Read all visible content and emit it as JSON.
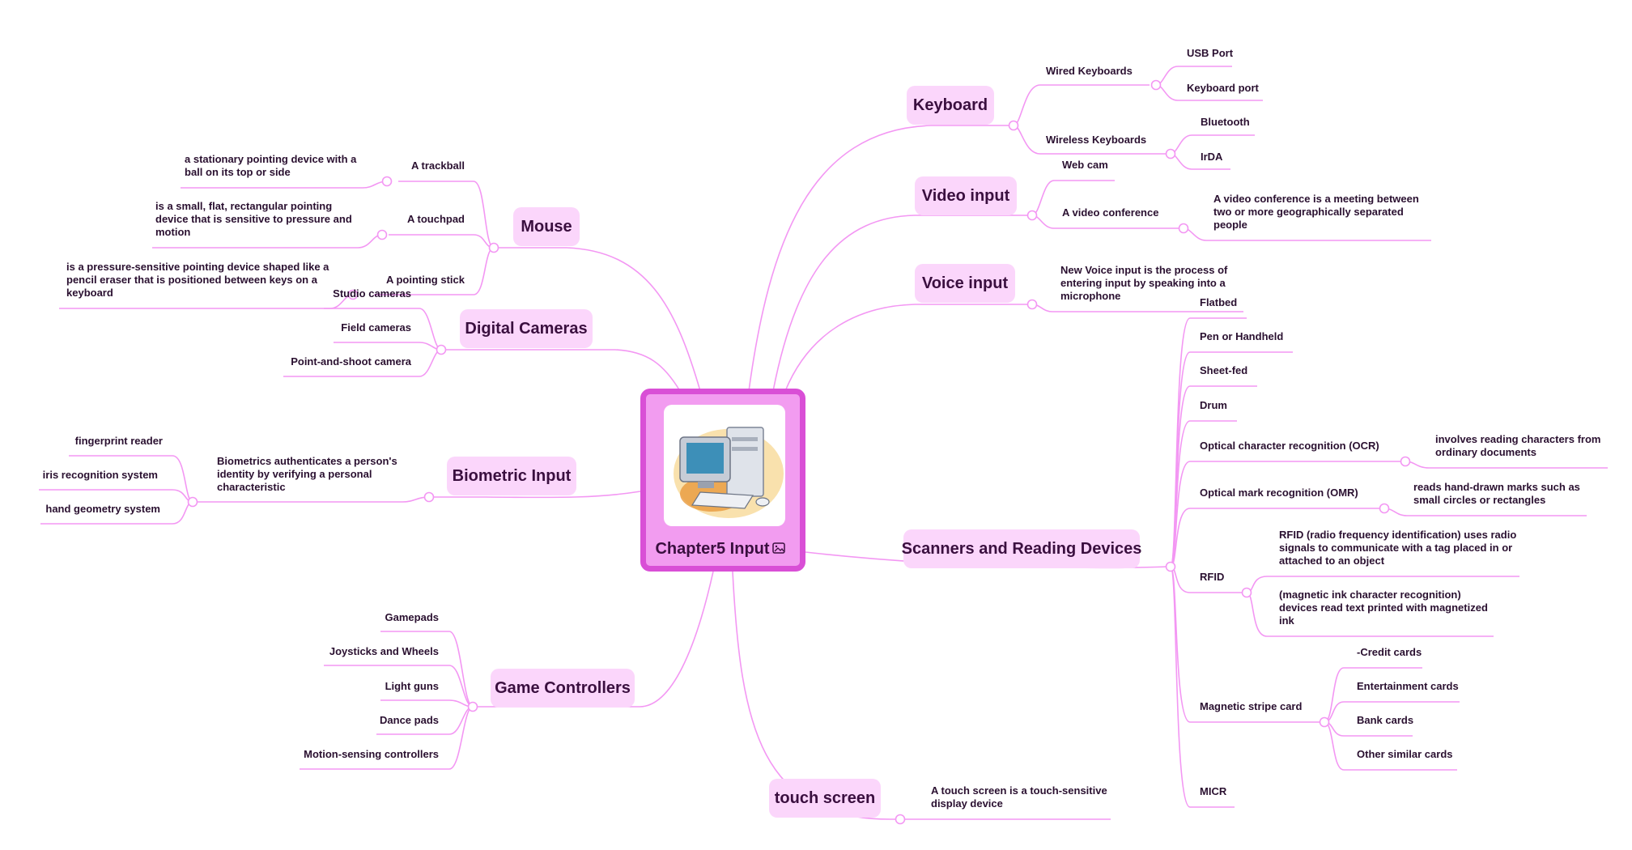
{
  "central": {
    "title": "Chapter5 Input",
    "image_icon": "computer-clipart",
    "badge_icon": "image-icon"
  },
  "colors": {
    "line": "#f397f3",
    "topic_bg": "#fbd6fb",
    "central_border": "#d94fd6",
    "central_fill": "#f29cf0",
    "text": "#2a1030"
  },
  "topics": {
    "keyboard": {
      "label": "Keyboard",
      "wired": {
        "label": "Wired Keyboards",
        "items": [
          "USB Port",
          "Keyboard port"
        ]
      },
      "wireless": {
        "label": "Wireless Keyboards",
        "items": [
          "Bluetooth",
          "IrDA"
        ]
      }
    },
    "video": {
      "label": "Video input",
      "webcam": "Web cam",
      "conference": {
        "label": "A video conference",
        "desc": "A video conference is a meeting between two or more geographically separated people"
      }
    },
    "voice": {
      "label": "Voice input",
      "desc": "New Voice input is the process of entering input by speaking into a microphone"
    },
    "scanners": {
      "label": "Scanners and Reading Devices",
      "flatbed": "Flatbed",
      "pen": "Pen or Handheld",
      "sheetfed": "Sheet-fed",
      "drum": "Drum",
      "ocr": {
        "label": "Optical character recognition (OCR)",
        "desc": "involves reading characters from ordinary documents"
      },
      "omr": {
        "label": "Optical mark recognition (OMR)",
        "desc": "reads hand-drawn marks such as small circles or rectangles"
      },
      "rfid": {
        "label": "RFID",
        "desc1": "RFID (radio frequency identification) uses radio signals to communicate with a tag placed in or attached to an object",
        "desc2": "(magnetic ink character recognition) devices read text printed with magnetized ink"
      },
      "magstripe": {
        "label": "Magnetic stripe card",
        "items": [
          "-Credit cards",
          "Entertainment cards",
          "Bank cards",
          "Other similar cards"
        ]
      },
      "micr": "MICR"
    },
    "touch": {
      "label": "touch screen",
      "desc": "A touch screen is a touch-sensitive display device"
    },
    "mouse": {
      "label": "Mouse",
      "trackball": {
        "label": "A trackball",
        "desc": "a stationary pointing device with a ball on its top or side"
      },
      "touchpad": {
        "label": "A touchpad",
        "desc": "is a small, flat, rectangular pointing device that is sensitive to pressure and motion"
      },
      "stick": {
        "label": "A pointing stick",
        "desc": "is a pressure-sensitive pointing device shaped like a pencil eraser that is positioned between keys on a keyboard"
      }
    },
    "cameras": {
      "label": "Digital Cameras",
      "items": [
        "Studio cameras",
        "Field cameras",
        "Point-and-shoot camera"
      ]
    },
    "biometric": {
      "label": "Biometric Input",
      "desc": "Biometrics authenticates a person's identity by verifying a personal characteristic",
      "items": [
        "fingerprint reader",
        "iris recognition system",
        "hand geometry system"
      ]
    },
    "game": {
      "label": "Game Controllers",
      "items": [
        "Gamepads",
        "Joysticks and Wheels",
        "Light guns",
        "Dance pads",
        "Motion-sensing controllers"
      ]
    }
  }
}
